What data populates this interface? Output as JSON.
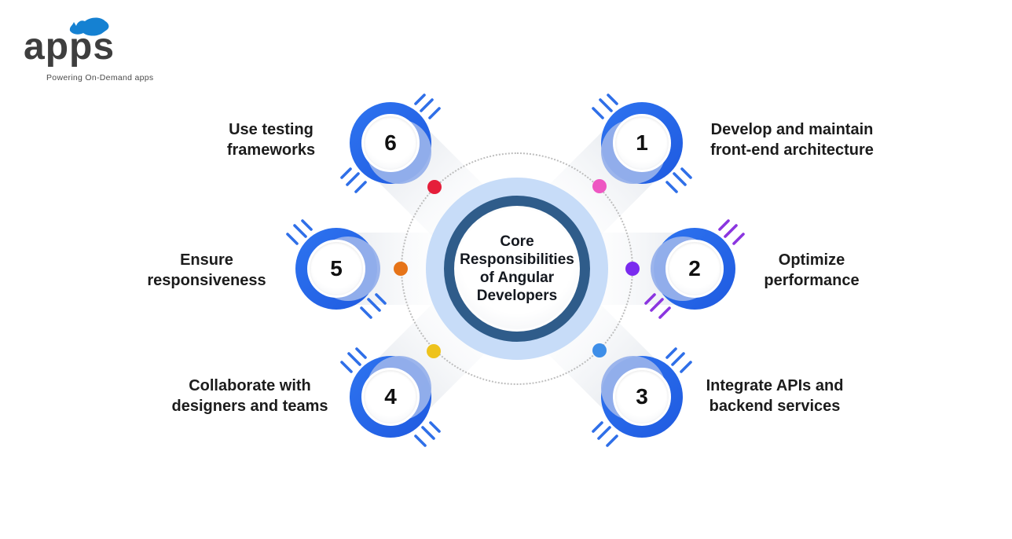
{
  "logo": {
    "name": "apps",
    "tagline": "Powering On-Demand apps",
    "wordmark_color": "#3e3e3e",
    "rhino_icon_color": "#1581d2"
  },
  "center": {
    "title": "Core Responsibilities of Angular Developers",
    "outer_halo_color": "#c7dcf8",
    "ring_color": "#2f5c8a"
  },
  "badge_ring_color": "#2667ee",
  "items": [
    {
      "number": "1",
      "label": "Develop and maintain front-end architecture",
      "position": "top-right",
      "dot_color": "#ee57c2",
      "tick_color": "#2f6fe8"
    },
    {
      "number": "2",
      "label": "Optimize performance",
      "position": "right",
      "dot_color": "#7a2bef",
      "tick_color": "#8b35e0"
    },
    {
      "number": "3",
      "label": "Integrate APIs and backend services",
      "position": "bottom-right",
      "dot_color": "#3e8ee8",
      "tick_color": "#2f6fe8"
    },
    {
      "number": "4",
      "label": "Collaborate with designers and teams",
      "position": "bottom-left",
      "dot_color": "#eec31d",
      "tick_color": "#2f6fe8"
    },
    {
      "number": "5",
      "label": "Ensure responsiveness",
      "position": "left",
      "dot_color": "#e67419",
      "tick_color": "#2f6fe8"
    },
    {
      "number": "6",
      "label": "Use testing frameworks",
      "position": "top-left",
      "dot_color": "#e51e3a",
      "tick_color": "#2f6fe8"
    }
  ]
}
